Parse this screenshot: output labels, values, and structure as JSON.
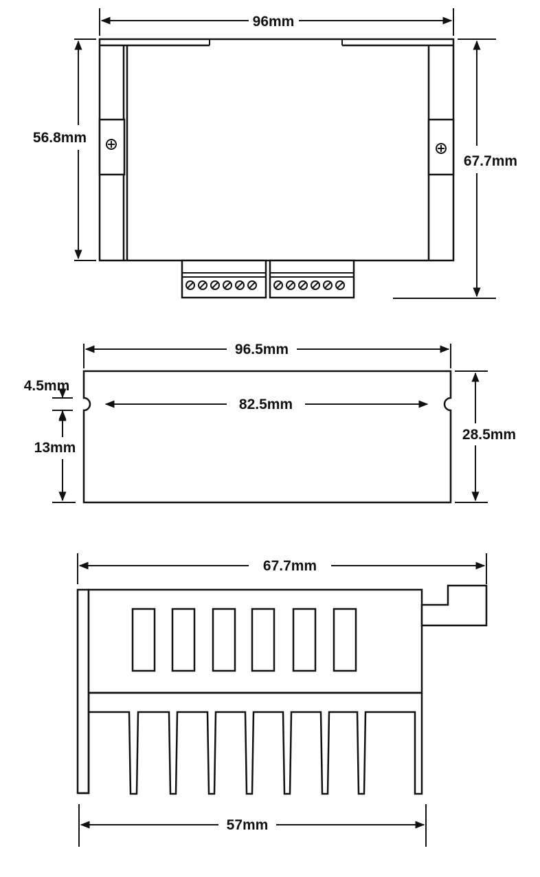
{
  "views": {
    "top": {
      "width_label": "96mm",
      "inner_height_label": "56.8mm",
      "total_height_label": "67.7mm",
      "terminal_blocks": 2,
      "screws_per_block": 6
    },
    "side": {
      "width_label": "96.5mm",
      "slot_spacing_label": "82.5mm",
      "slot_offset_label": "4.5mm",
      "lower_label": "13mm",
      "height_label": "28.5mm"
    },
    "end": {
      "width_label": "67.7mm",
      "base_label": "57mm",
      "window_count": 6,
      "fin_count": 8
    }
  }
}
